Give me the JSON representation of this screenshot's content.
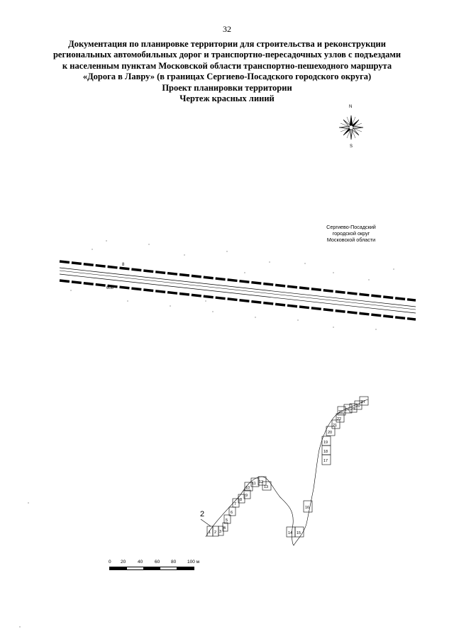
{
  "page_number": "32",
  "title_lines": [
    "Документация по планировке территории для строительства и реконструкции",
    "региональных автомобильных дорог и транспортно-пересадочных узлов с подъездами",
    "к населенным пунктам Московской области транспортно-пешеходного маршрута",
    "«Дорога в Лавру» (в границах Сергиево-Посадского городского округа)",
    "Проект планировки территории",
    "Чертеж красных линий"
  ],
  "compass": {
    "north": "N",
    "south": "S"
  },
  "district_label": [
    "Сергиево-Посадский",
    "городской округ",
    "Московской области"
  ],
  "road_labels": {
    "top": "8",
    "bottom": "608"
  },
  "callout_label": "2",
  "sheet_numbers": [
    "1",
    "2",
    "3",
    "4",
    "5",
    "6",
    "7",
    "8",
    "9",
    "10",
    "11",
    "12",
    "13",
    "14",
    "15",
    "16",
    "17",
    "18",
    "19",
    "20",
    "21",
    "22",
    "23",
    "24",
    "25",
    "26",
    "27"
  ],
  "scale_bar": {
    "ticks": [
      "0",
      "20",
      "40",
      "60",
      "80",
      "100 м"
    ]
  }
}
